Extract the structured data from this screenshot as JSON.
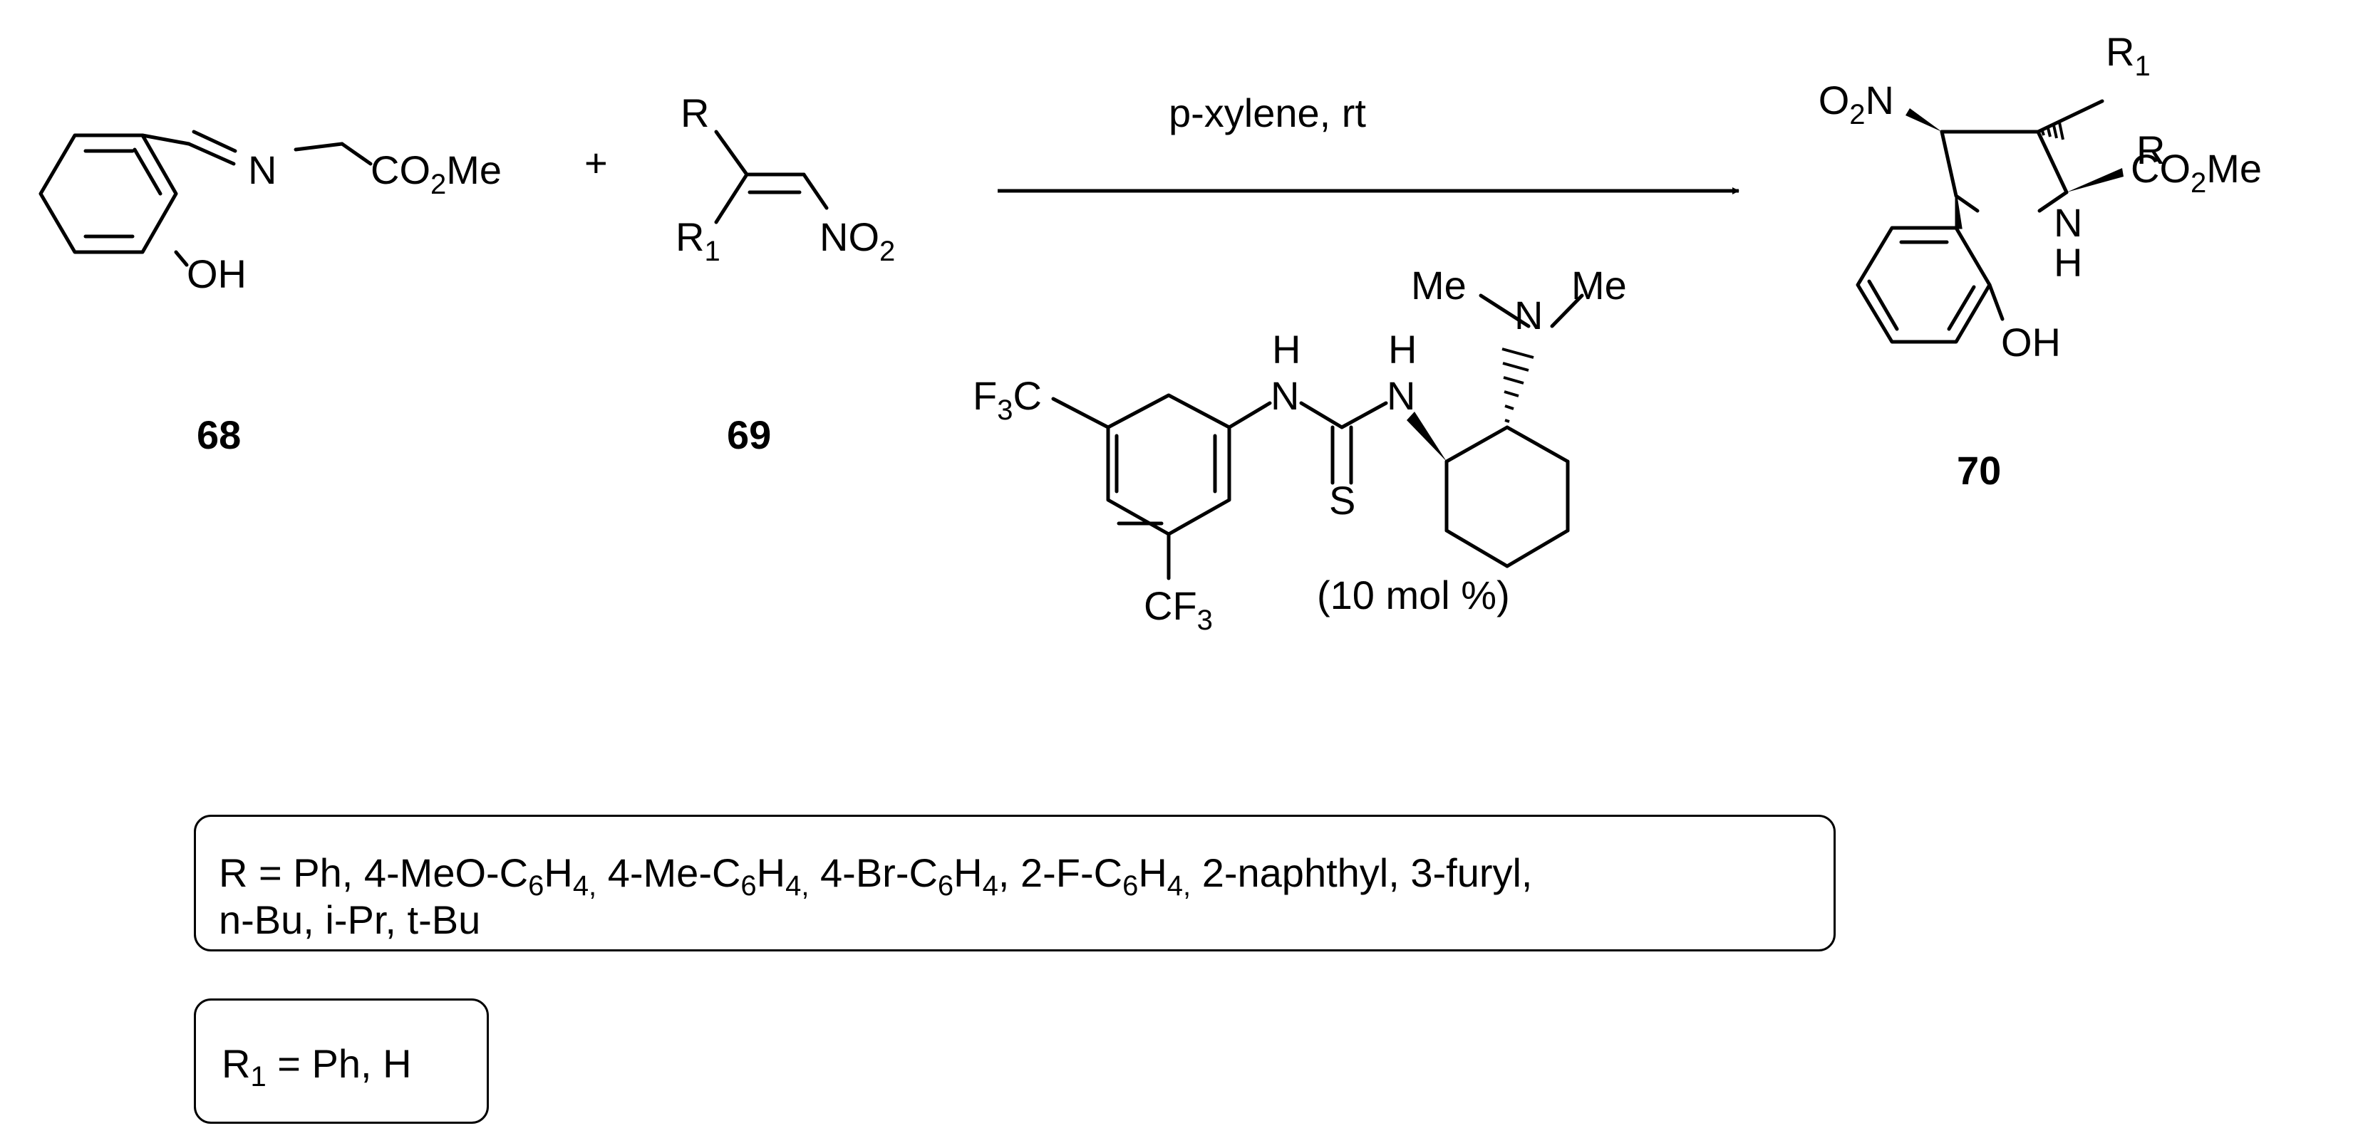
{
  "reaction": {
    "plus": "+",
    "conditions": "p-xylene, rt",
    "catalyst_loading": "(10 mol %)"
  },
  "compounds": {
    "c68": {
      "label": "68",
      "groups": {
        "imine_n": "N",
        "ester_a": "CO",
        "ester_sub": "2",
        "ester_b": "Me",
        "hydroxyl": "OH"
      }
    },
    "c69": {
      "label": "69",
      "groups": {
        "r": "R",
        "r1_a": "R",
        "r1_sub": "1",
        "nitro_a": "NO",
        "nitro_sub": "2"
      }
    },
    "c70": {
      "label": "70",
      "groups": {
        "nitro_a": "O",
        "nitro_sub": "2",
        "nitro_b": "N",
        "r1_a": "R",
        "r1_sub": "1",
        "r": "R",
        "ester_a": "CO",
        "ester_sub": "2",
        "ester_b": "Me",
        "ring_n": "N",
        "ring_h": "H",
        "hydroxyl": "OH"
      }
    },
    "catalyst": {
      "groups": {
        "cf3_top_a": "F",
        "cf3_top_sub": "3",
        "cf3_top_b": "C",
        "cf3_bottom_a": "CF",
        "cf3_bottom_sub": "3",
        "nh_left_h": "H",
        "nh_left_n": "N",
        "nh_right_h": "H",
        "nh_right_n": "N",
        "thione_s": "S",
        "amine_n": "N",
        "amine_me_left": "Me",
        "amine_me_right": "Me"
      }
    }
  },
  "substituents": {
    "r_box": {
      "line1": [
        {
          "t": "R = Ph, 4-MeO-C"
        },
        {
          "s": "6"
        },
        {
          "t": "H"
        },
        {
          "s": "4,"
        },
        {
          "t": " 4-Me-C"
        },
        {
          "s": "6"
        },
        {
          "t": "H"
        },
        {
          "s": "4,"
        },
        {
          "t": " 4-Br-C"
        },
        {
          "s": "6"
        },
        {
          "t": "H"
        },
        {
          "s": "4"
        },
        {
          "t": ", 2-F-C"
        },
        {
          "s": "6"
        },
        {
          "t": "H"
        },
        {
          "s": "4,"
        },
        {
          "t": " 2-naphthyl, 3-furyl,"
        }
      ],
      "line2": "n-Bu, i-Pr, t-Bu"
    },
    "r1_box": {
      "prefix": "R",
      "prefix_sub": "1",
      "rest": " = Ph, H"
    }
  }
}
